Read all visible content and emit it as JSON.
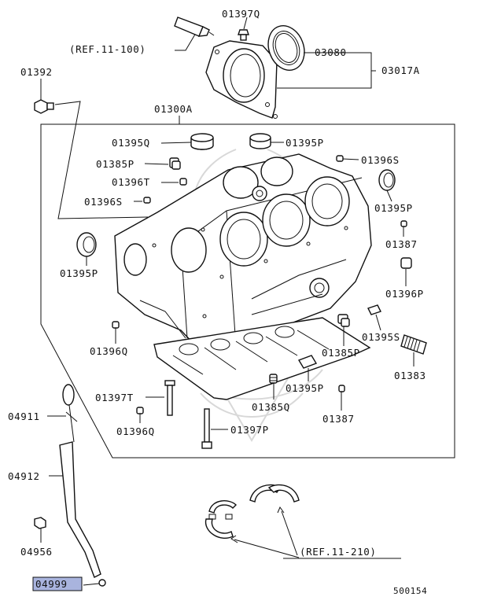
{
  "diagram_id": "500154",
  "highlight_color": "#a9b4de",
  "refs": {
    "top": "(REF.11-100)",
    "bottom": "(REF.11-210)"
  },
  "labels": {
    "p01397Q": "01397Q",
    "p03080": "03080",
    "p03017A": "03017A",
    "p01392": "01392",
    "p01300A": "01300A",
    "p01395Q": "01395Q",
    "p01395P_top": "01395P",
    "p01385P_top": "01385P",
    "p01396S_right": "01396S",
    "p01396T": "01396T",
    "p01395P_right": "01395P",
    "p01396S_left": "01396S",
    "p01395P_left": "01395P",
    "p01387_right": "01387",
    "p01396P": "01396P",
    "p01396Q_left": "01396Q",
    "p01395S": "01395S",
    "p01385P_mid": "01385P",
    "p01383": "01383",
    "p01395P_bottom": "01395P",
    "p01397T": "01397T",
    "p01385Q": "01385Q",
    "p01387_bottom": "01387",
    "p04911": "04911",
    "p01396Q_bottom": "01396Q",
    "p01397P": "01397P",
    "p04912": "04912",
    "p04956": "04956",
    "p04999": "04999"
  }
}
